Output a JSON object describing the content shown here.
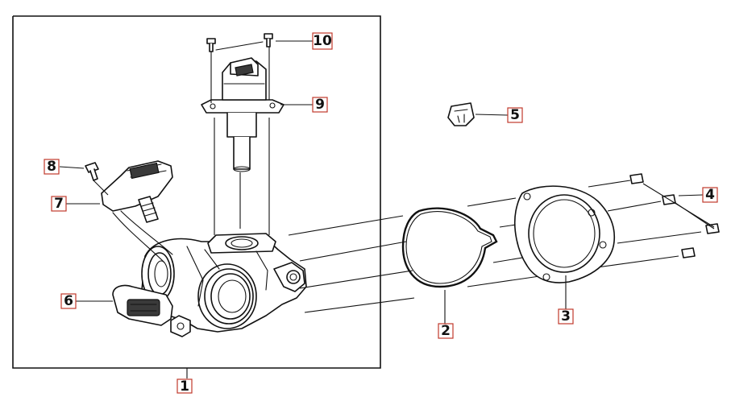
{
  "diagram": {
    "callouts": [
      {
        "id": "1",
        "label": "1"
      },
      {
        "id": "2",
        "label": "2"
      },
      {
        "id": "3",
        "label": "3"
      },
      {
        "id": "4",
        "label": "4"
      },
      {
        "id": "5",
        "label": "5"
      },
      {
        "id": "6",
        "label": "6"
      },
      {
        "id": "7",
        "label": "7"
      },
      {
        "id": "8",
        "label": "8"
      },
      {
        "id": "9",
        "label": "9"
      },
      {
        "id": "10",
        "label": "10"
      }
    ],
    "colors": {
      "callout_border": "#c0392b",
      "line": "#111111",
      "background": "#ffffff"
    }
  }
}
